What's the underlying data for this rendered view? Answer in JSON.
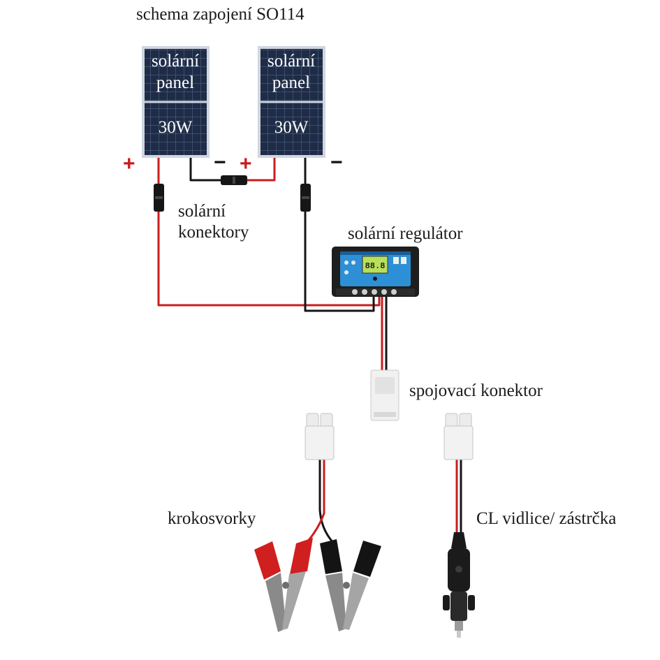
{
  "title": "schema zapojení SO114",
  "panels": [
    {
      "line1": "solární",
      "line2": "panel",
      "power": "30W"
    },
    {
      "line1": "solární",
      "line2": "panel",
      "power": "30W"
    }
  ],
  "labels": {
    "connectors_line1": "solární",
    "connectors_line2": "konektory",
    "regulator": "solární regulátor",
    "coupling": "spojovací konektor",
    "clamps": "krokosvorky",
    "cl_plug": "CL vidlice/ zástrčka"
  },
  "signs": {
    "plus": "+",
    "minus": "−"
  },
  "regulator_display": "88.8",
  "colors": {
    "wire_red": "#c81e1e",
    "wire_black": "#151515",
    "panel_blue": "#1c2a44",
    "regulator_blue": "#2d8fd6",
    "lcd_green": "#b8e05a"
  }
}
